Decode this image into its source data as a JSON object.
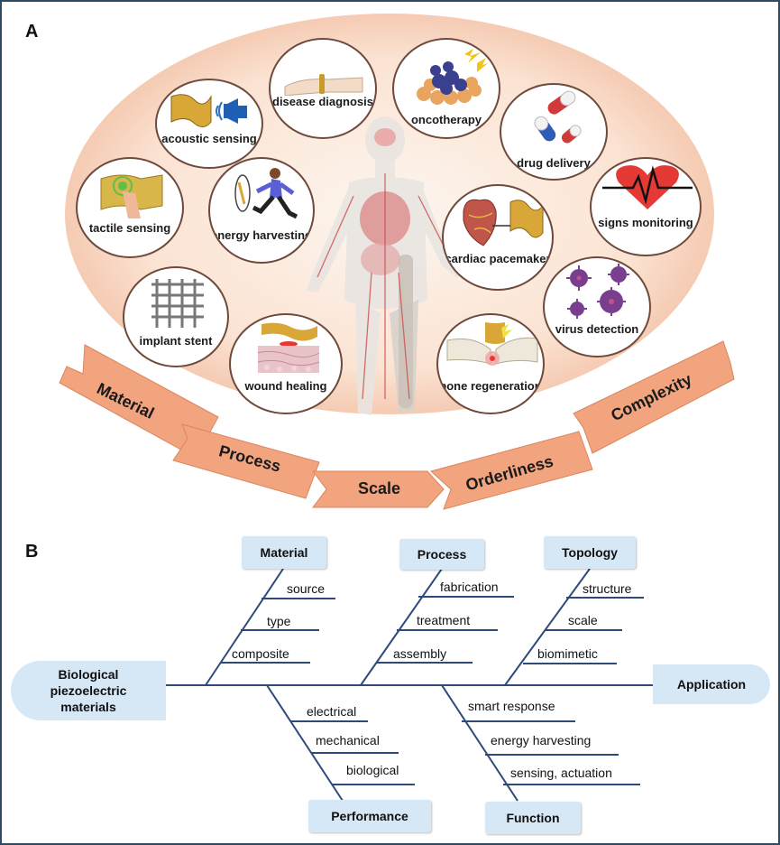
{
  "panel_a": {
    "letter": "A",
    "circles": {
      "disease_diagnosis": "disease diagnosis",
      "oncotherapy": "oncotherapy",
      "acoustic_sensing": "acoustic sensing",
      "drug_delivery": "drug delivery",
      "tactile_sensing": "tactile sensing",
      "energy_harvesting": "energy harvesting",
      "signs_monitoring": "signs monitoring",
      "cardiac_pacemaker": "cardiac pacemaker",
      "implant_stent": "implant stent",
      "virus_detection": "virus detection",
      "wound_healing": "wound healing",
      "bone_regeneration": "bone regeneration"
    },
    "arrows": [
      "Material",
      "Process",
      "Scale",
      "Orderliness",
      "Complexity"
    ]
  },
  "panel_b": {
    "letter": "B",
    "head_left": "Biological piezoelectric materials",
    "head_right": "Application",
    "categories": {
      "material": "Material",
      "process": "Process",
      "topology": "Topology",
      "performance": "Performance",
      "function": "Function"
    },
    "material_items": [
      "source",
      "type",
      "composite"
    ],
    "process_items": [
      "fabrication",
      "treatment",
      "assembly"
    ],
    "topology_items": [
      "structure",
      "scale",
      "biomimetic"
    ],
    "performance_items": [
      "electrical",
      "mechanical",
      "biological"
    ],
    "function_items": [
      "smart response",
      "energy harvesting",
      "sensing, actuation"
    ]
  },
  "colors": {
    "arrow_fill": "#f2a47e",
    "oval_center": "#fdf4ec",
    "oval_edge": "#f3c3a6",
    "circle_border": "#6e4a3c",
    "box_fill": "#d6e7f6",
    "fishbone_line": "#2d4a7a"
  }
}
